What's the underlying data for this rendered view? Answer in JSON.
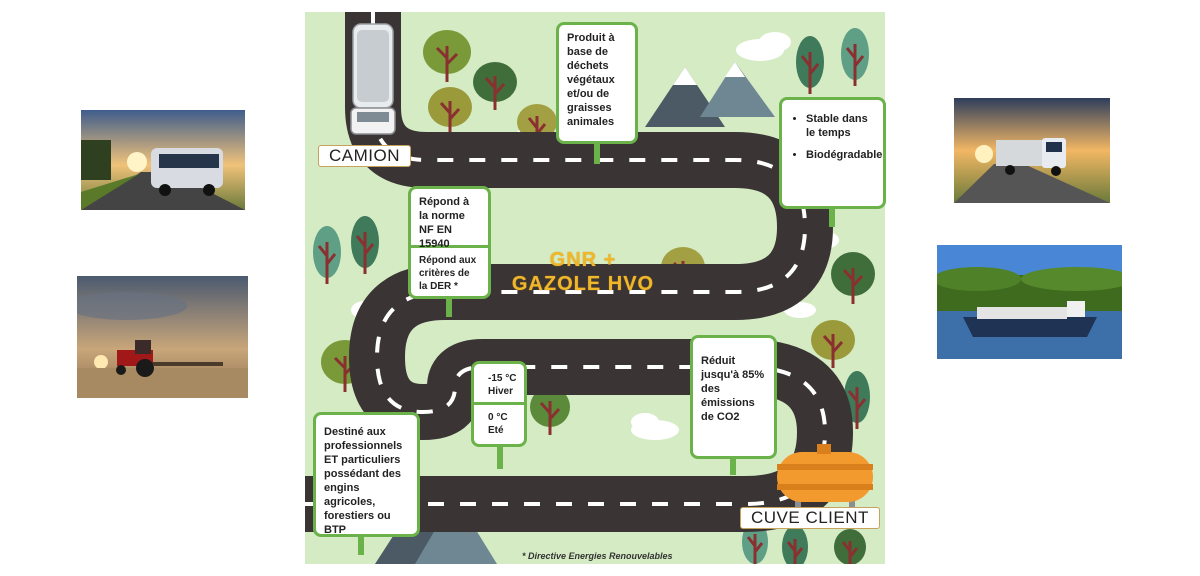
{
  "labels": {
    "camion": "CAMION",
    "cuve": "CUVE CLIENT",
    "title_line1": "GNR +",
    "title_line2": "GAZOLE HVO",
    "footnote": "* Directive Energies Renouvelables"
  },
  "callouts": {
    "produit": "Produit à base de déchets végétaux et/ou de graisses animales",
    "stable_items": [
      "Stable dans le temps",
      "Biodégradable"
    ],
    "norme": "Répond à la norme NF EN 15940",
    "der": "Répond aux critères de la DER *",
    "hiver": "-15 °C Hiver",
    "ete": "0 °C Eté",
    "emissions": "Réduit jusqu'à 85% des émissions de CO2",
    "destine": "Destiné aux professionnels ET particuliers possédant des engins agricoles, forestiers ou BTP"
  },
  "colors": {
    "background": "#d5ebc4",
    "road": "#3a3434",
    "road_marking": "#ffffff",
    "callout_border": "#6cb24a",
    "title": "#f0b72a",
    "tank": "#f29a2e"
  },
  "photos": [
    "bus-photo",
    "tractor-photo",
    "truck-photo",
    "barge-photo"
  ]
}
